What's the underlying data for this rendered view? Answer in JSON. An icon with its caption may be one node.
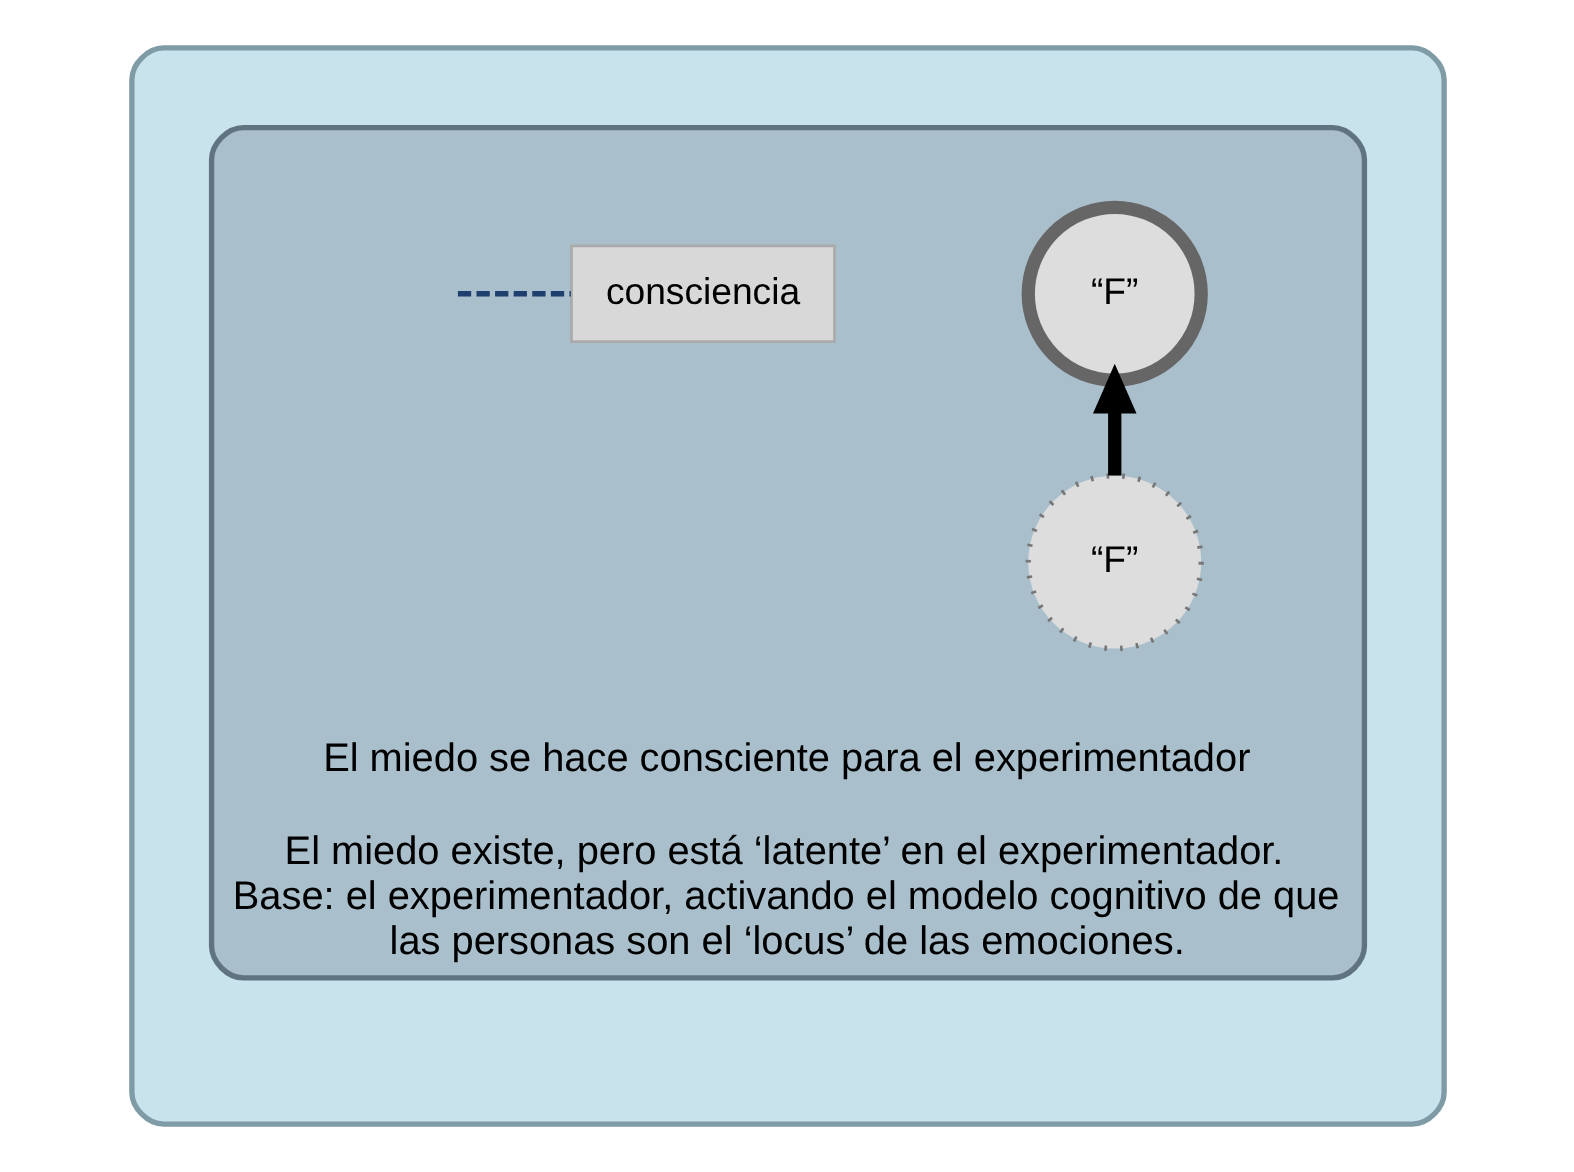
{
  "diagram": {
    "nodes": [
      {
        "text": [],
        "shape": "box"
      },
      {
        "text": [
          "El miedo se hace consciente para el experimentador",
          "El miedo existe, pero está ‘latente’ en el experimentador. Base: el experimentador, activando el modelo cognitivo de que las personas son el ‘locus’ de las emociones."
        ],
        "in": 0
      },
      {
        "text": [
          "“F”"
        ],
        "in": 1
      },
      {
        "text": [
          "“F”"
        ],
        "in": 1
      },
      {
        "text": [
          "consciencia"
        ],
        "in": 1
      }
    ],
    "edges": [
      {
        "from": 3,
        "to": 2,
        "arrow": "to",
        "style": "thick"
      },
      {
        "from": null,
        "to": 4,
        "arrow": "none",
        "style": "dashed",
        "color": "#1f3f6e"
      }
    ]
  }
}
